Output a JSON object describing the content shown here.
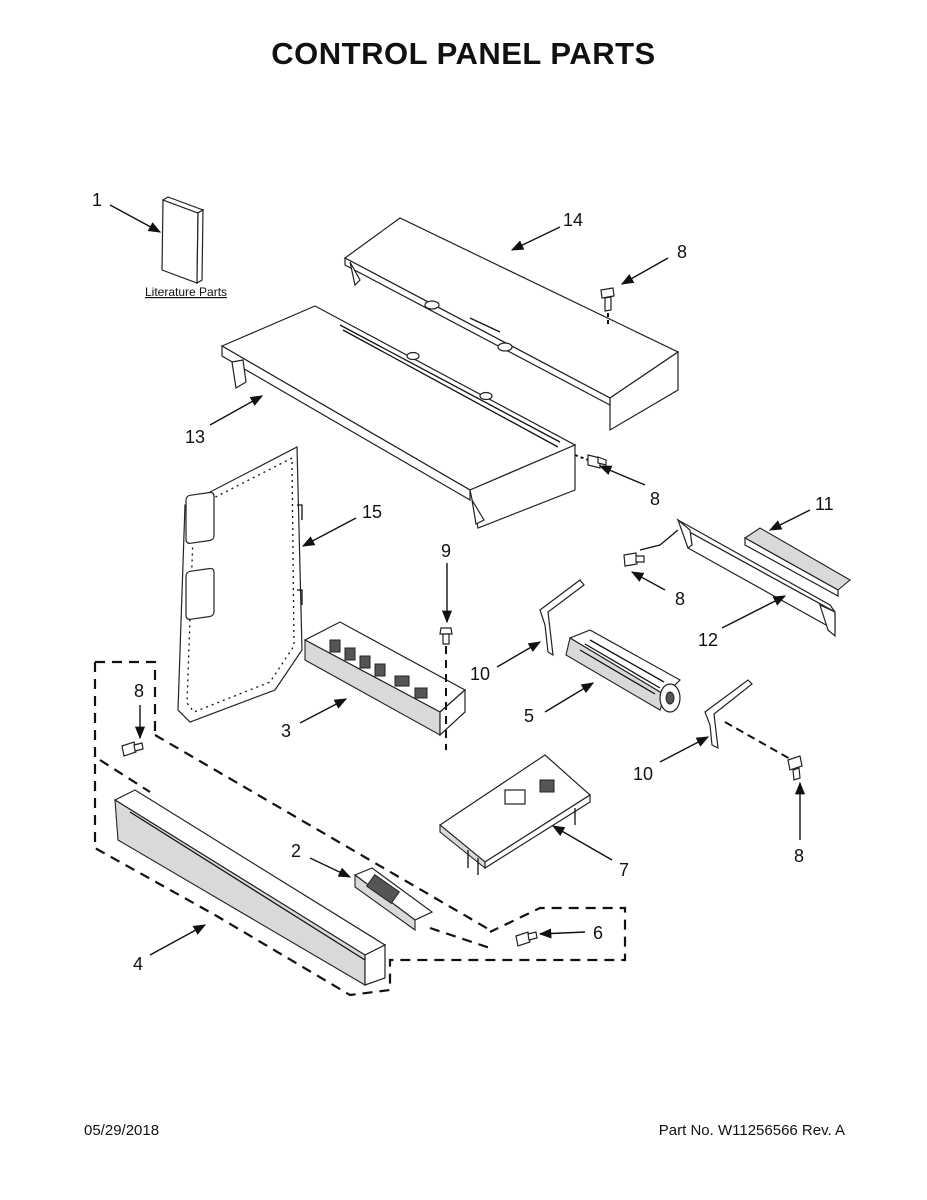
{
  "title": "CONTROL PANEL PARTS",
  "literature_label": "Literature Parts",
  "callouts": {
    "c1": "1",
    "c14": "14",
    "c8a": "8",
    "c13": "13",
    "c8b": "8",
    "c15": "15",
    "c9": "9",
    "c11": "11",
    "c8c": "8",
    "c12": "12",
    "c10a": "10",
    "c8d": "8",
    "c5": "5",
    "c3": "3",
    "c10b": "10",
    "c8e": "8",
    "c7": "7",
    "c2": "2",
    "c6": "6",
    "c4": "4"
  },
  "footer": {
    "date": "05/29/2018",
    "part_no": "Part No.  W11256566  Rev.  A"
  }
}
